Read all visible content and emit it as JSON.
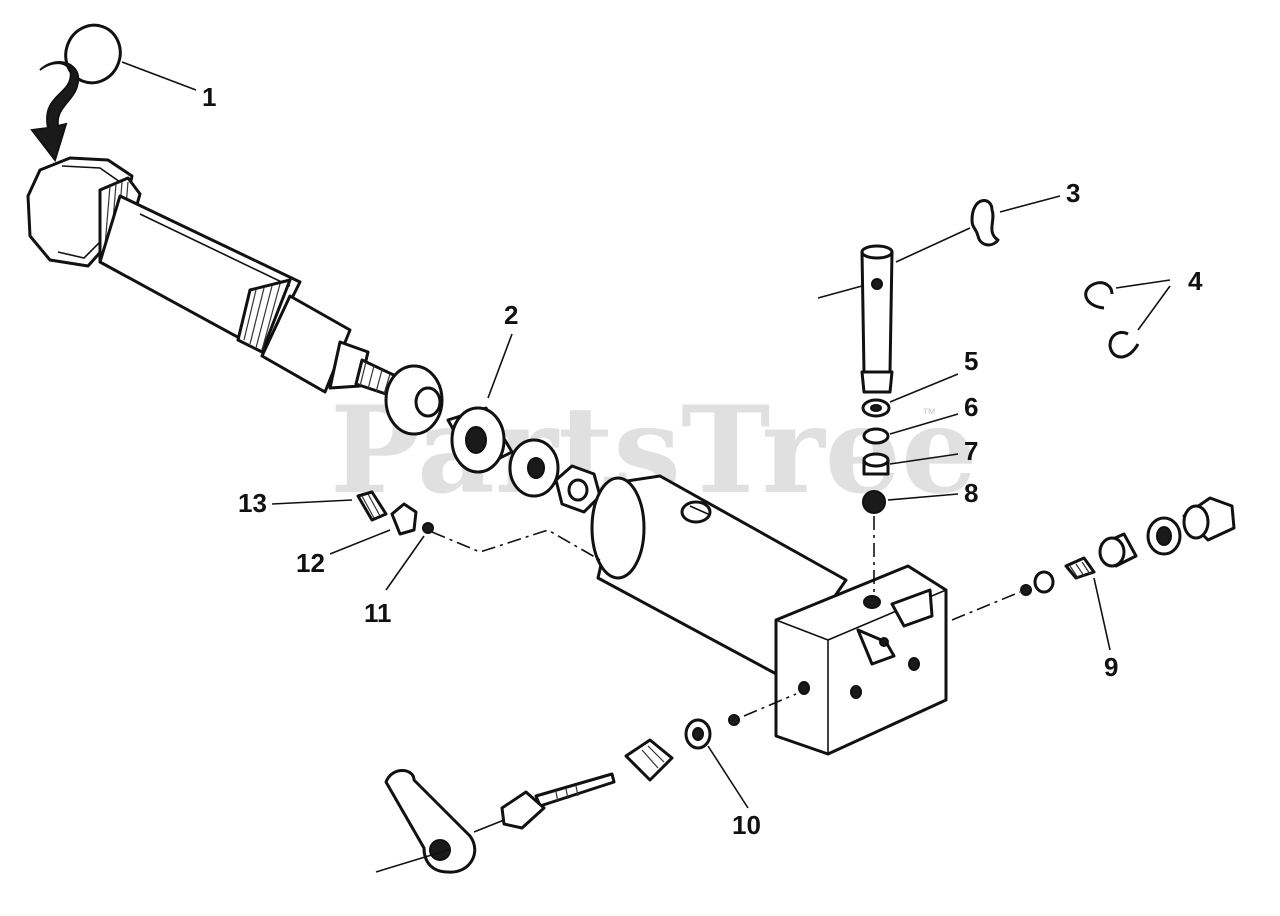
{
  "diagram": {
    "watermark": "PartsTree",
    "watermark_mark": "™",
    "callouts": [
      {
        "id": "1",
        "label": "1"
      },
      {
        "id": "2",
        "label": "2"
      },
      {
        "id": "3",
        "label": "3"
      },
      {
        "id": "4",
        "label": "4"
      },
      {
        "id": "5",
        "label": "5"
      },
      {
        "id": "6",
        "label": "6"
      },
      {
        "id": "7",
        "label": "7"
      },
      {
        "id": "8",
        "label": "8"
      },
      {
        "id": "9",
        "label": "9"
      },
      {
        "id": "10",
        "label": "10"
      },
      {
        "id": "11",
        "label": "11"
      },
      {
        "id": "12",
        "label": "12"
      },
      {
        "id": "13",
        "label": "13"
      }
    ]
  }
}
